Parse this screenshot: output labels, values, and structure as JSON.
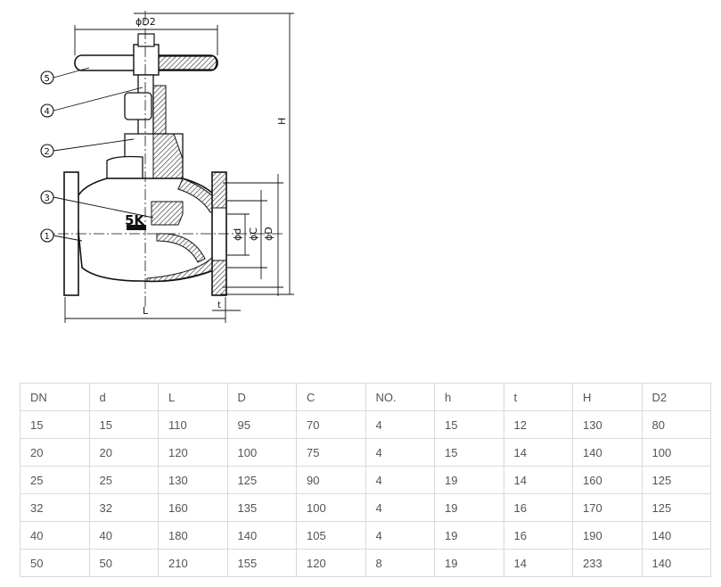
{
  "drawing": {
    "labels": {
      "d2": "ϕD2",
      "h_upper": "H",
      "l_lower": "L",
      "t_small": "t",
      "d_small": "ϕd",
      "c": "ϕC",
      "d_big": "ϕD",
      "mark": "5K"
    },
    "callouts": [
      "5",
      "4",
      "2",
      "3",
      "1"
    ]
  },
  "table": {
    "headers": [
      "DN",
      "d",
      "L",
      "D",
      "C",
      "NO.",
      "h",
      "t",
      "H",
      "D2"
    ],
    "rows": [
      [
        "15",
        "15",
        "110",
        "95",
        "70",
        "4",
        "15",
        "12",
        "130",
        "80"
      ],
      [
        "20",
        "20",
        "120",
        "100",
        "75",
        "4",
        "15",
        "14",
        "140",
        "100"
      ],
      [
        "25",
        "25",
        "130",
        "125",
        "90",
        "4",
        "19",
        "14",
        "160",
        "125"
      ],
      [
        "32",
        "32",
        "160",
        "135",
        "100",
        "4",
        "19",
        "16",
        "170",
        "125"
      ],
      [
        "40",
        "40",
        "180",
        "140",
        "105",
        "4",
        "19",
        "16",
        "190",
        "140"
      ],
      [
        "50",
        "50",
        "210",
        "155",
        "120",
        "8",
        "19",
        "14",
        "233",
        "140"
      ]
    ]
  }
}
